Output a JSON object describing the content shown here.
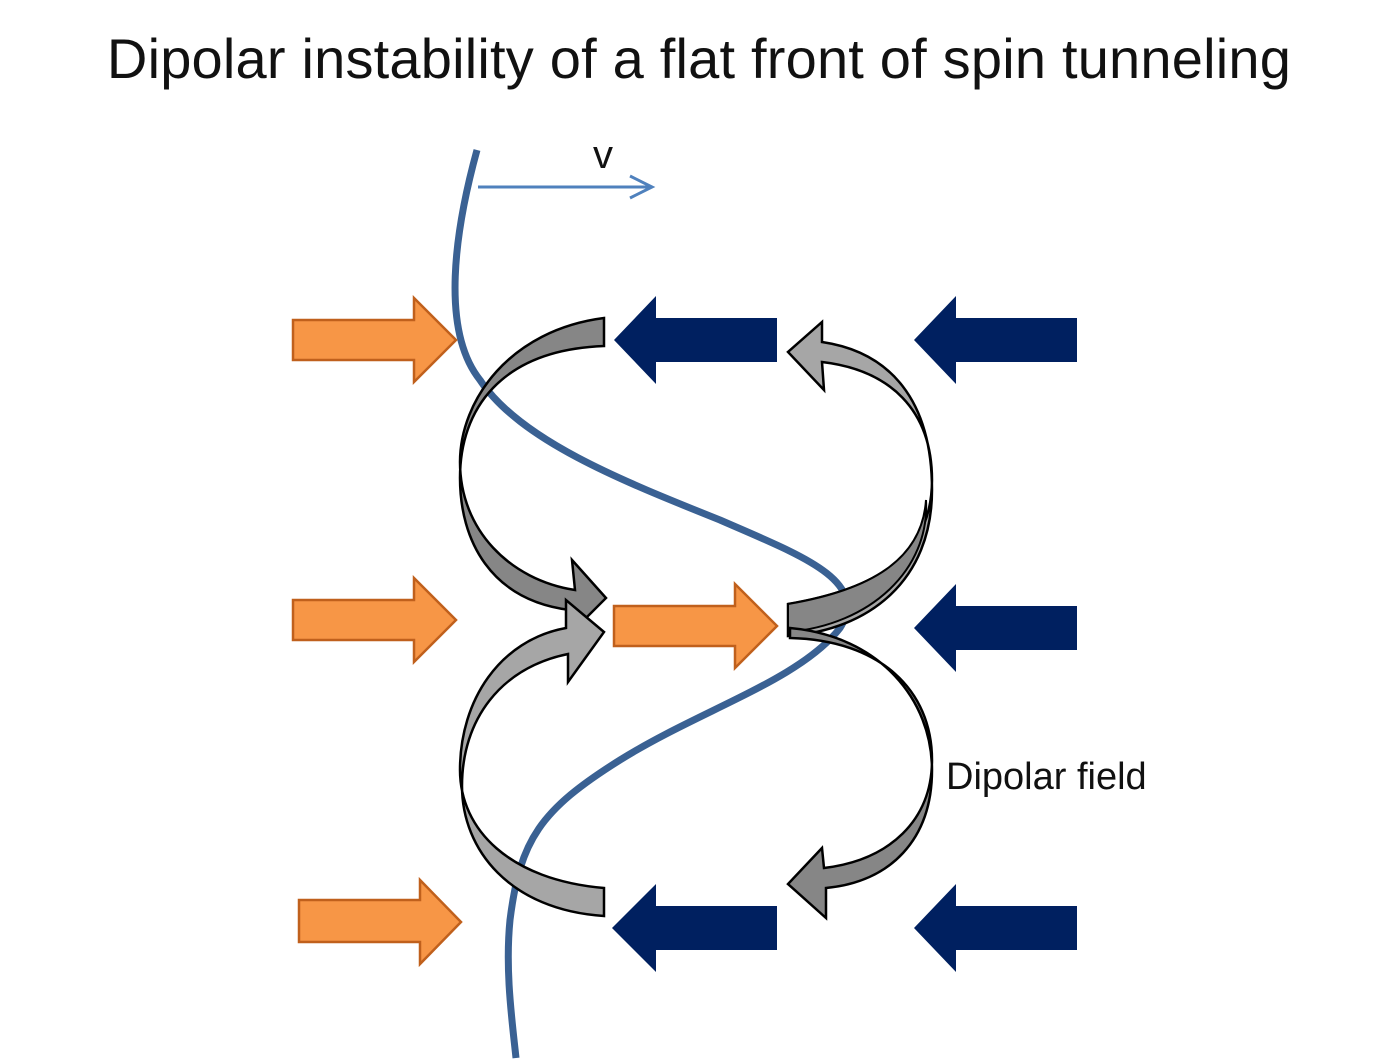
{
  "title": "Dipolar instability of a flat front of spin tunneling",
  "labels": {
    "velocity": "v",
    "dipolar_field": "Dipolar field"
  },
  "colors": {
    "orange_fill": "#f79646",
    "orange_stroke": "#c0601c",
    "navy_fill": "#002060",
    "front_curve": "#3a6193",
    "velocity_arrow": "#4f81bd",
    "grey_dark": "#868686",
    "grey_light": "#a6a6a6",
    "grey_stroke": "#000000"
  },
  "icons": {
    "orange_arrow": "right-arrow-icon",
    "navy_arrow": "left-arrow-icon",
    "curved_arrow": "curved-arrow-icon"
  }
}
